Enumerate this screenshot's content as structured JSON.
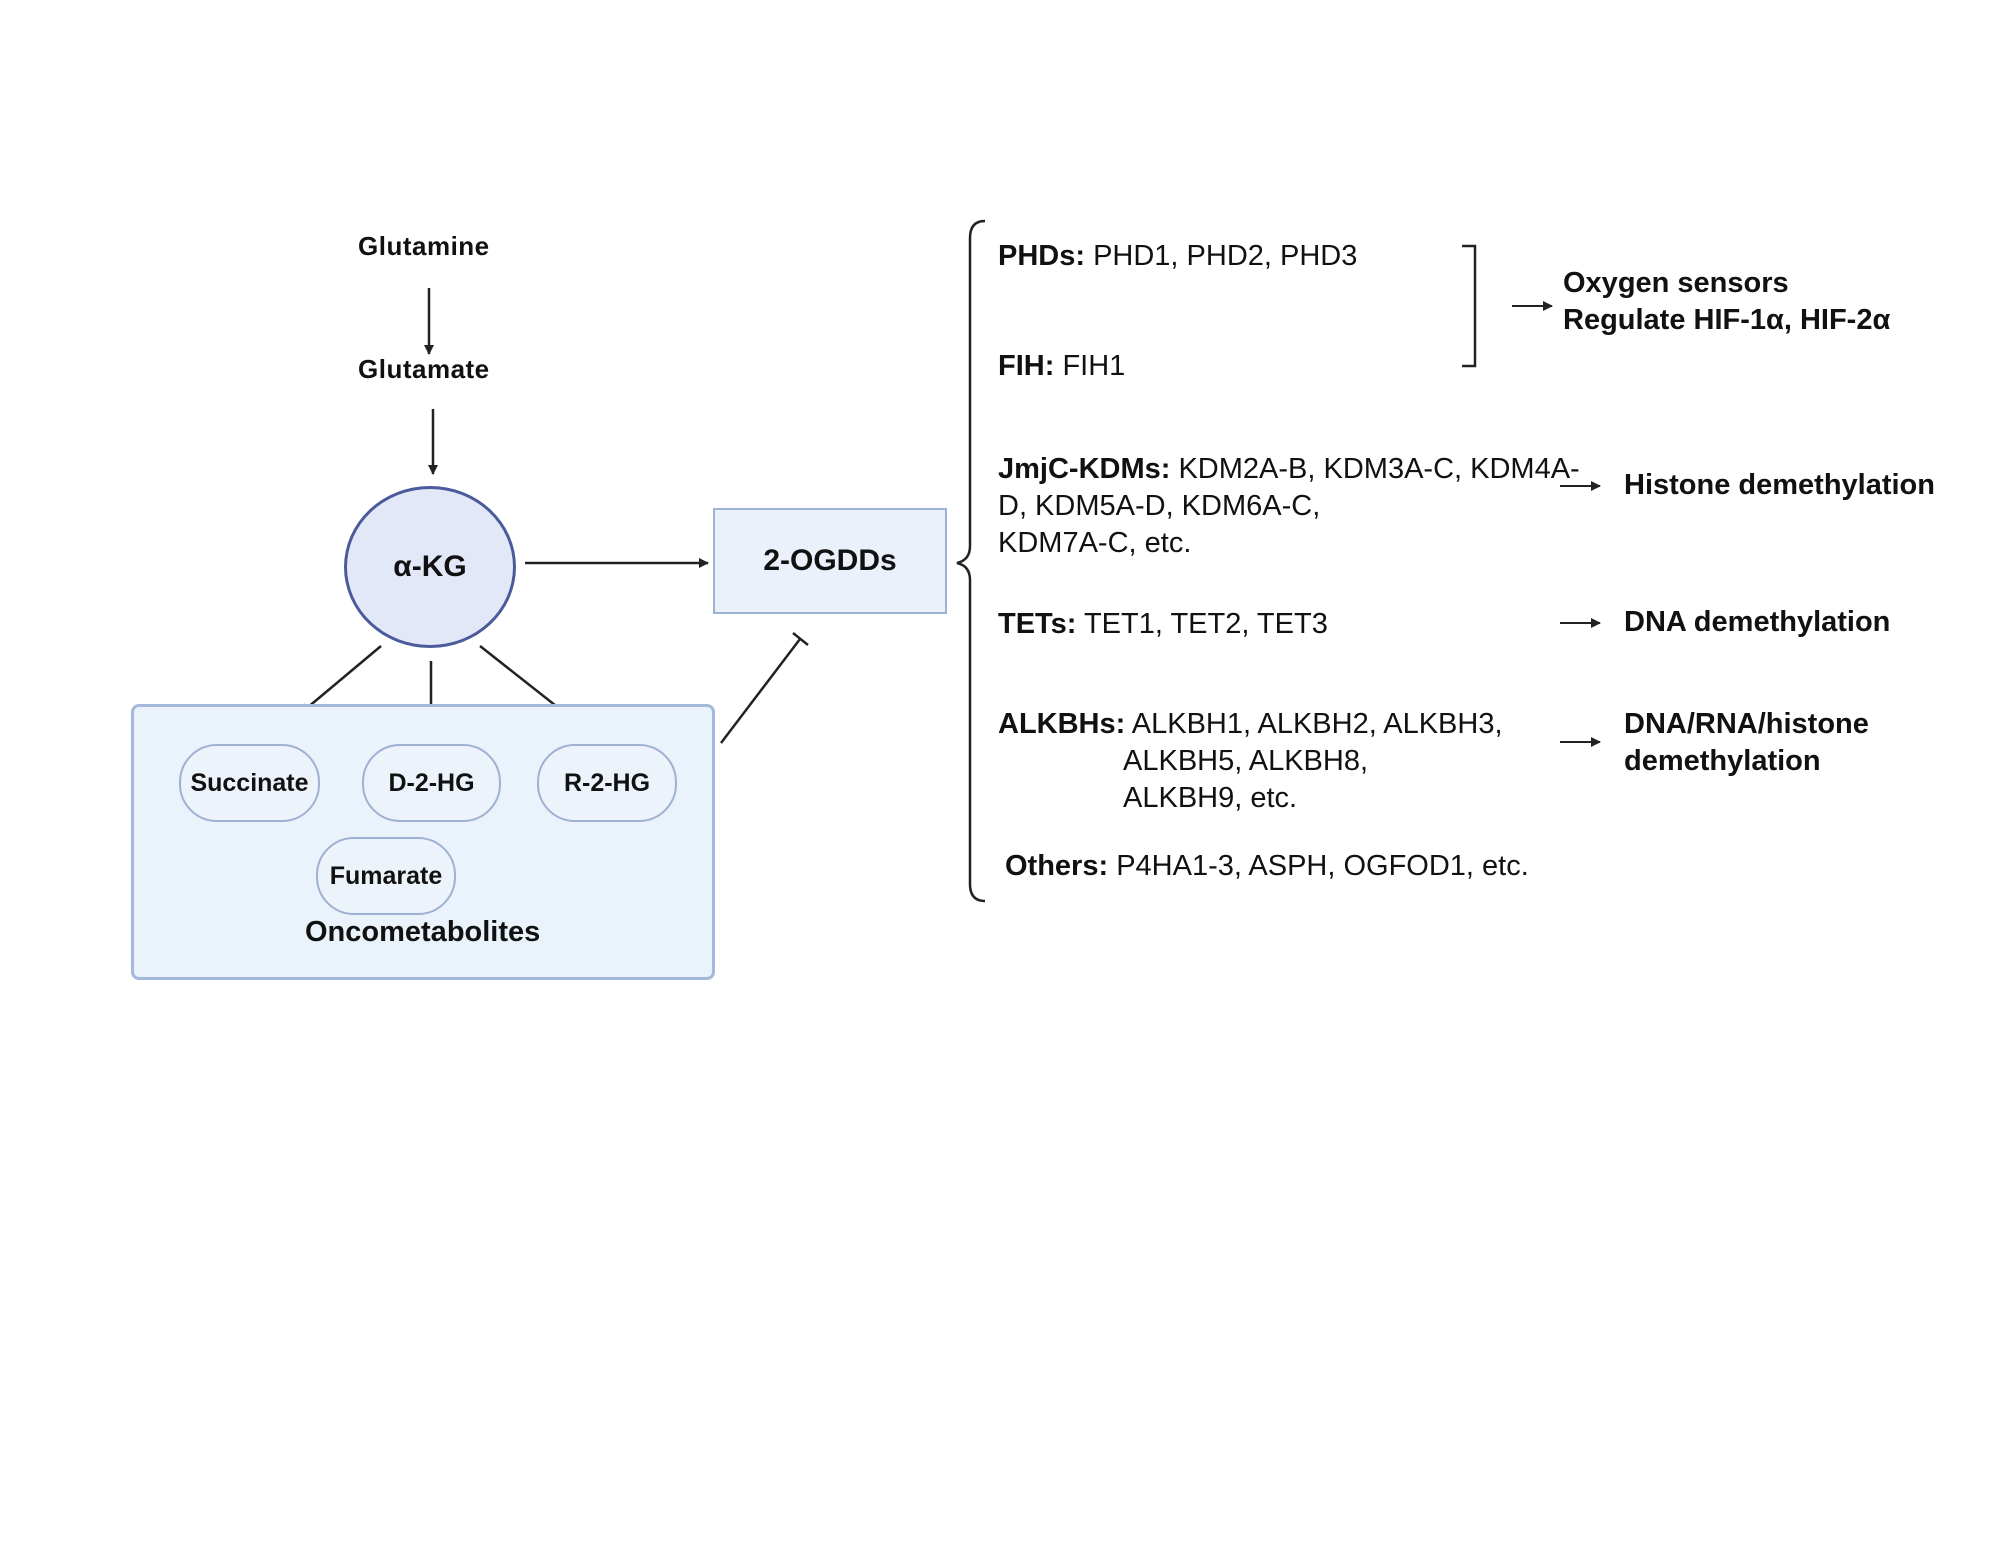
{
  "pathway": {
    "glutamine": "Glutamine",
    "glutamate": "Glutamate",
    "akg": "α-KG",
    "ogdd": "2-OGDDs"
  },
  "oncometabolites": {
    "title": "Oncometabolites",
    "succinate": "Succinate",
    "d2hg": "D-2-HG",
    "r2hg": "R-2-HG",
    "fumarate": "Fumarate"
  },
  "enzymes": {
    "phds": {
      "head": "PHDs:",
      "text": "PHD1, PHD2, PHD3"
    },
    "fih": {
      "head": "FIH:",
      "text": "FIH1"
    },
    "jmjc": {
      "head": "JmjC-KDMs:",
      "line1": "KDM2A-B, KDM3A-C, KDM4A-",
      "line2": "D, KDM5A-D, KDM6A-C,",
      "line3": "KDM7A-C, etc."
    },
    "tets": {
      "head": "TETs:",
      "text": "TET1, TET2, TET3"
    },
    "alkbhs": {
      "head": "ALKBHs:",
      "line1": "ALKBH1, ALKBH2, ALKBH3,",
      "line2": "ALKBH5, ALKBH8,",
      "line3": "ALKBH9, etc."
    },
    "others": {
      "head": "Others:",
      "text": "P4HA1-3, ASPH, OGFOD1, etc."
    }
  },
  "outcomes": {
    "oxygen_line1": "Oxygen sensors",
    "oxygen_line2": "Regulate HIF-1α, HIF-2α",
    "histone": "Histone demethylation",
    "dna": "DNA demethylation",
    "dnarna_line1": "DNA/RNA/histone",
    "dnarna_line2": "demethylation"
  },
  "colors": {
    "akg_fill": "#e3e8f8",
    "akg_stroke": "#4a5a9a",
    "box_fill": "#eaf1fb",
    "box_stroke": "#9cb3d6",
    "arrow": "#222222"
  }
}
